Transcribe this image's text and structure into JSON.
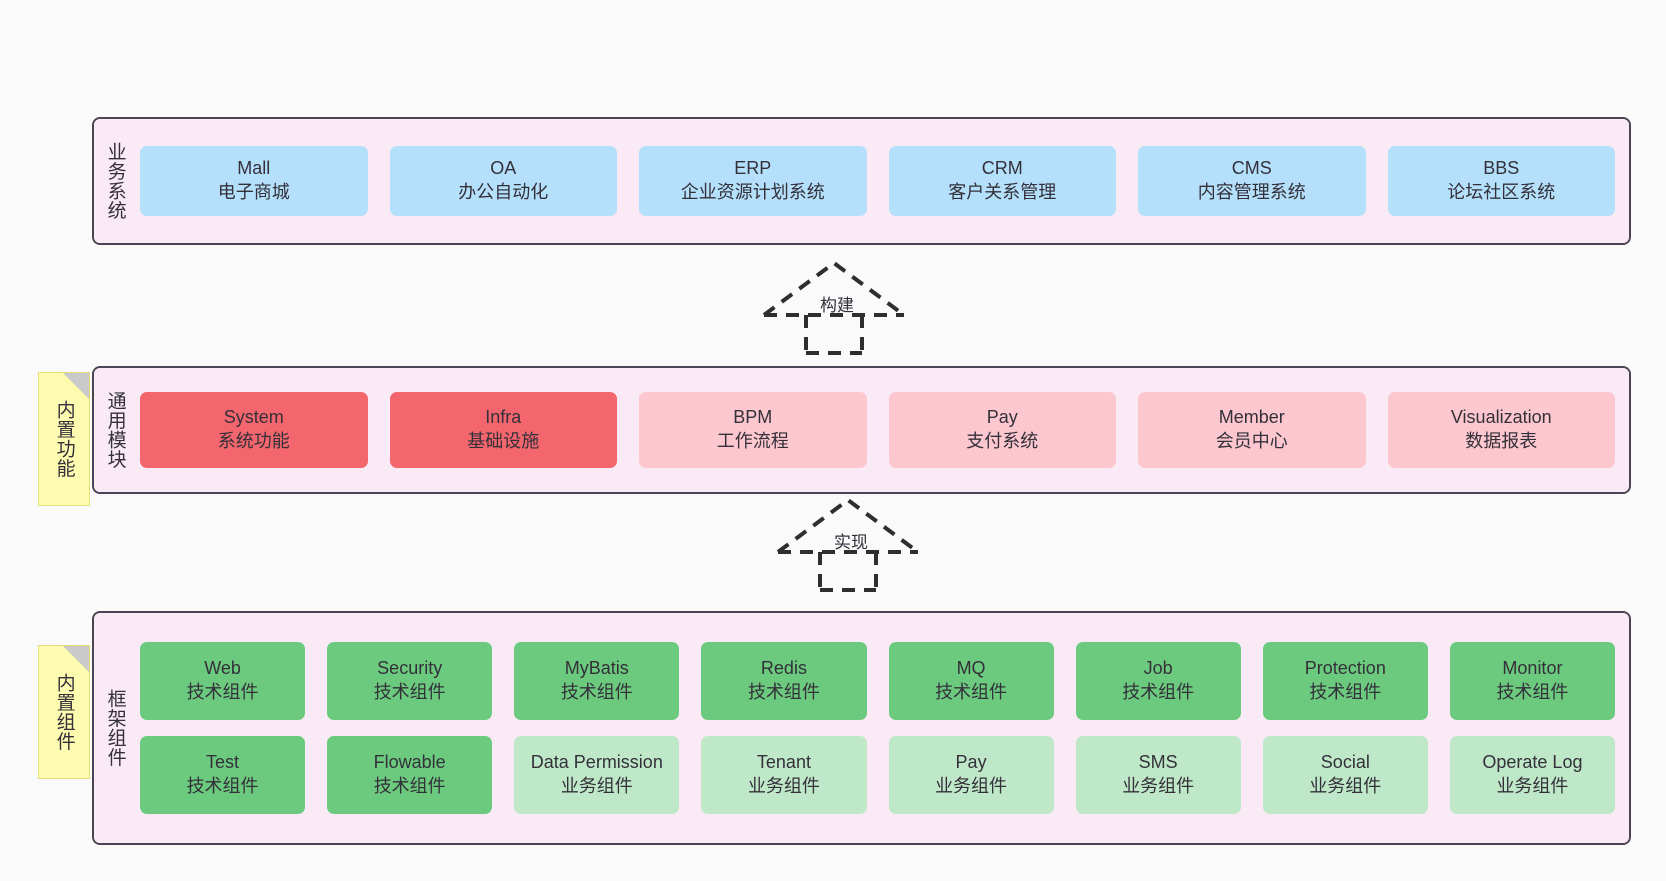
{
  "diagram": {
    "title": "",
    "colors": {
      "background": "#fafafa",
      "layer_fill": "#faeaf5",
      "layer_border": "#4b4453",
      "business_cell": "#b5e0fb",
      "common_cell_strong": "#f4666d",
      "common_cell_light": "#fcc7cf",
      "framework_cell_strong": "#6cca7e",
      "framework_cell_light": "#bfe8c8",
      "note_fill": "#fdfbb0",
      "note_fold": "#c9c9c9",
      "text": "#33303a"
    }
  },
  "layers": [
    {
      "id": "business",
      "title": "业务系统",
      "note": null,
      "rows": [
        {
          "cells": [
            {
              "name": "Mall",
              "desc": "电子商城",
              "style": "business"
            },
            {
              "name": "OA",
              "desc": "办公自动化",
              "style": "business"
            },
            {
              "name": "ERP",
              "desc": "企业资源计划系统",
              "style": "business"
            },
            {
              "name": "CRM",
              "desc": "客户关系管理",
              "style": "business"
            },
            {
              "name": "CMS",
              "desc": "内容管理系统",
              "style": "business"
            },
            {
              "name": "BBS",
              "desc": "论坛社区系统",
              "style": "business"
            }
          ]
        }
      ]
    },
    {
      "id": "common",
      "title": "通用模块",
      "note": "内置功能",
      "rows": [
        {
          "cells": [
            {
              "name": "System",
              "desc": "系统功能",
              "style": "strong"
            },
            {
              "name": "Infra",
              "desc": "基础设施",
              "style": "strong"
            },
            {
              "name": "BPM",
              "desc": "工作流程",
              "style": "light"
            },
            {
              "name": "Pay",
              "desc": "支付系统",
              "style": "light"
            },
            {
              "name": "Member",
              "desc": "会员中心",
              "style": "light"
            },
            {
              "name": "Visualization",
              "desc": "数据报表",
              "style": "light"
            }
          ]
        }
      ]
    },
    {
      "id": "framework",
      "title": "框架组件",
      "note": "内置组件",
      "rows": [
        {
          "cells": [
            {
              "name": "Web",
              "desc": "技术组件",
              "style": "strong"
            },
            {
              "name": "Security",
              "desc": "技术组件",
              "style": "strong"
            },
            {
              "name": "MyBatis",
              "desc": "技术组件",
              "style": "strong"
            },
            {
              "name": "Redis",
              "desc": "技术组件",
              "style": "strong"
            },
            {
              "name": "MQ",
              "desc": "技术组件",
              "style": "strong"
            },
            {
              "name": "Job",
              "desc": "技术组件",
              "style": "strong"
            },
            {
              "name": "Protection",
              "desc": "技术组件",
              "style": "strong"
            },
            {
              "name": "Monitor",
              "desc": "技术组件",
              "style": "strong"
            }
          ]
        },
        {
          "cells": [
            {
              "name": "Test",
              "desc": "技术组件",
              "style": "strong"
            },
            {
              "name": "Flowable",
              "desc": "技术组件",
              "style": "strong"
            },
            {
              "name": "Data Permission",
              "desc": "业务组件",
              "style": "light"
            },
            {
              "name": "Tenant",
              "desc": "业务组件",
              "style": "light"
            },
            {
              "name": "Pay",
              "desc": "业务组件",
              "style": "light"
            },
            {
              "name": "SMS",
              "desc": "业务组件",
              "style": "light"
            },
            {
              "name": "Social",
              "desc": "业务组件",
              "style": "light"
            },
            {
              "name": "Operate Log",
              "desc": "业务组件",
              "style": "light"
            }
          ]
        }
      ]
    }
  ],
  "connectors": [
    {
      "id": "build",
      "label": "构建",
      "from": "common",
      "to": "business",
      "style": "dashed-generalization"
    },
    {
      "id": "realize",
      "label": "实现",
      "from": "framework",
      "to": "common",
      "style": "dashed-generalization"
    }
  ]
}
